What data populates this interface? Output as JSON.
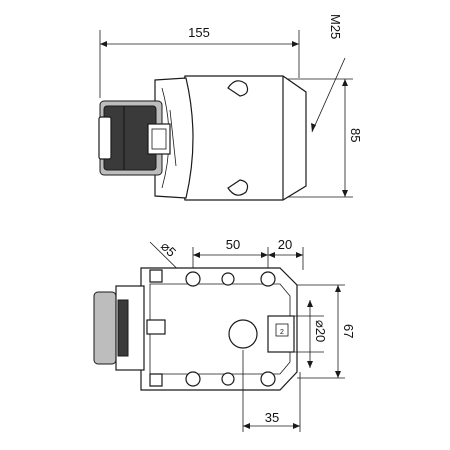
{
  "top_view": {
    "dim_length": "155",
    "dim_height": "85",
    "dim_thread": "M25"
  },
  "bottom_view": {
    "dim_hole_dia": "⌀5",
    "dim_spacing_50": "50",
    "dim_spacing_20": "20",
    "dim_depth_67": "67",
    "dim_bore_dia": "⌀20",
    "dim_offset_35": "35",
    "tag_label": "2"
  }
}
